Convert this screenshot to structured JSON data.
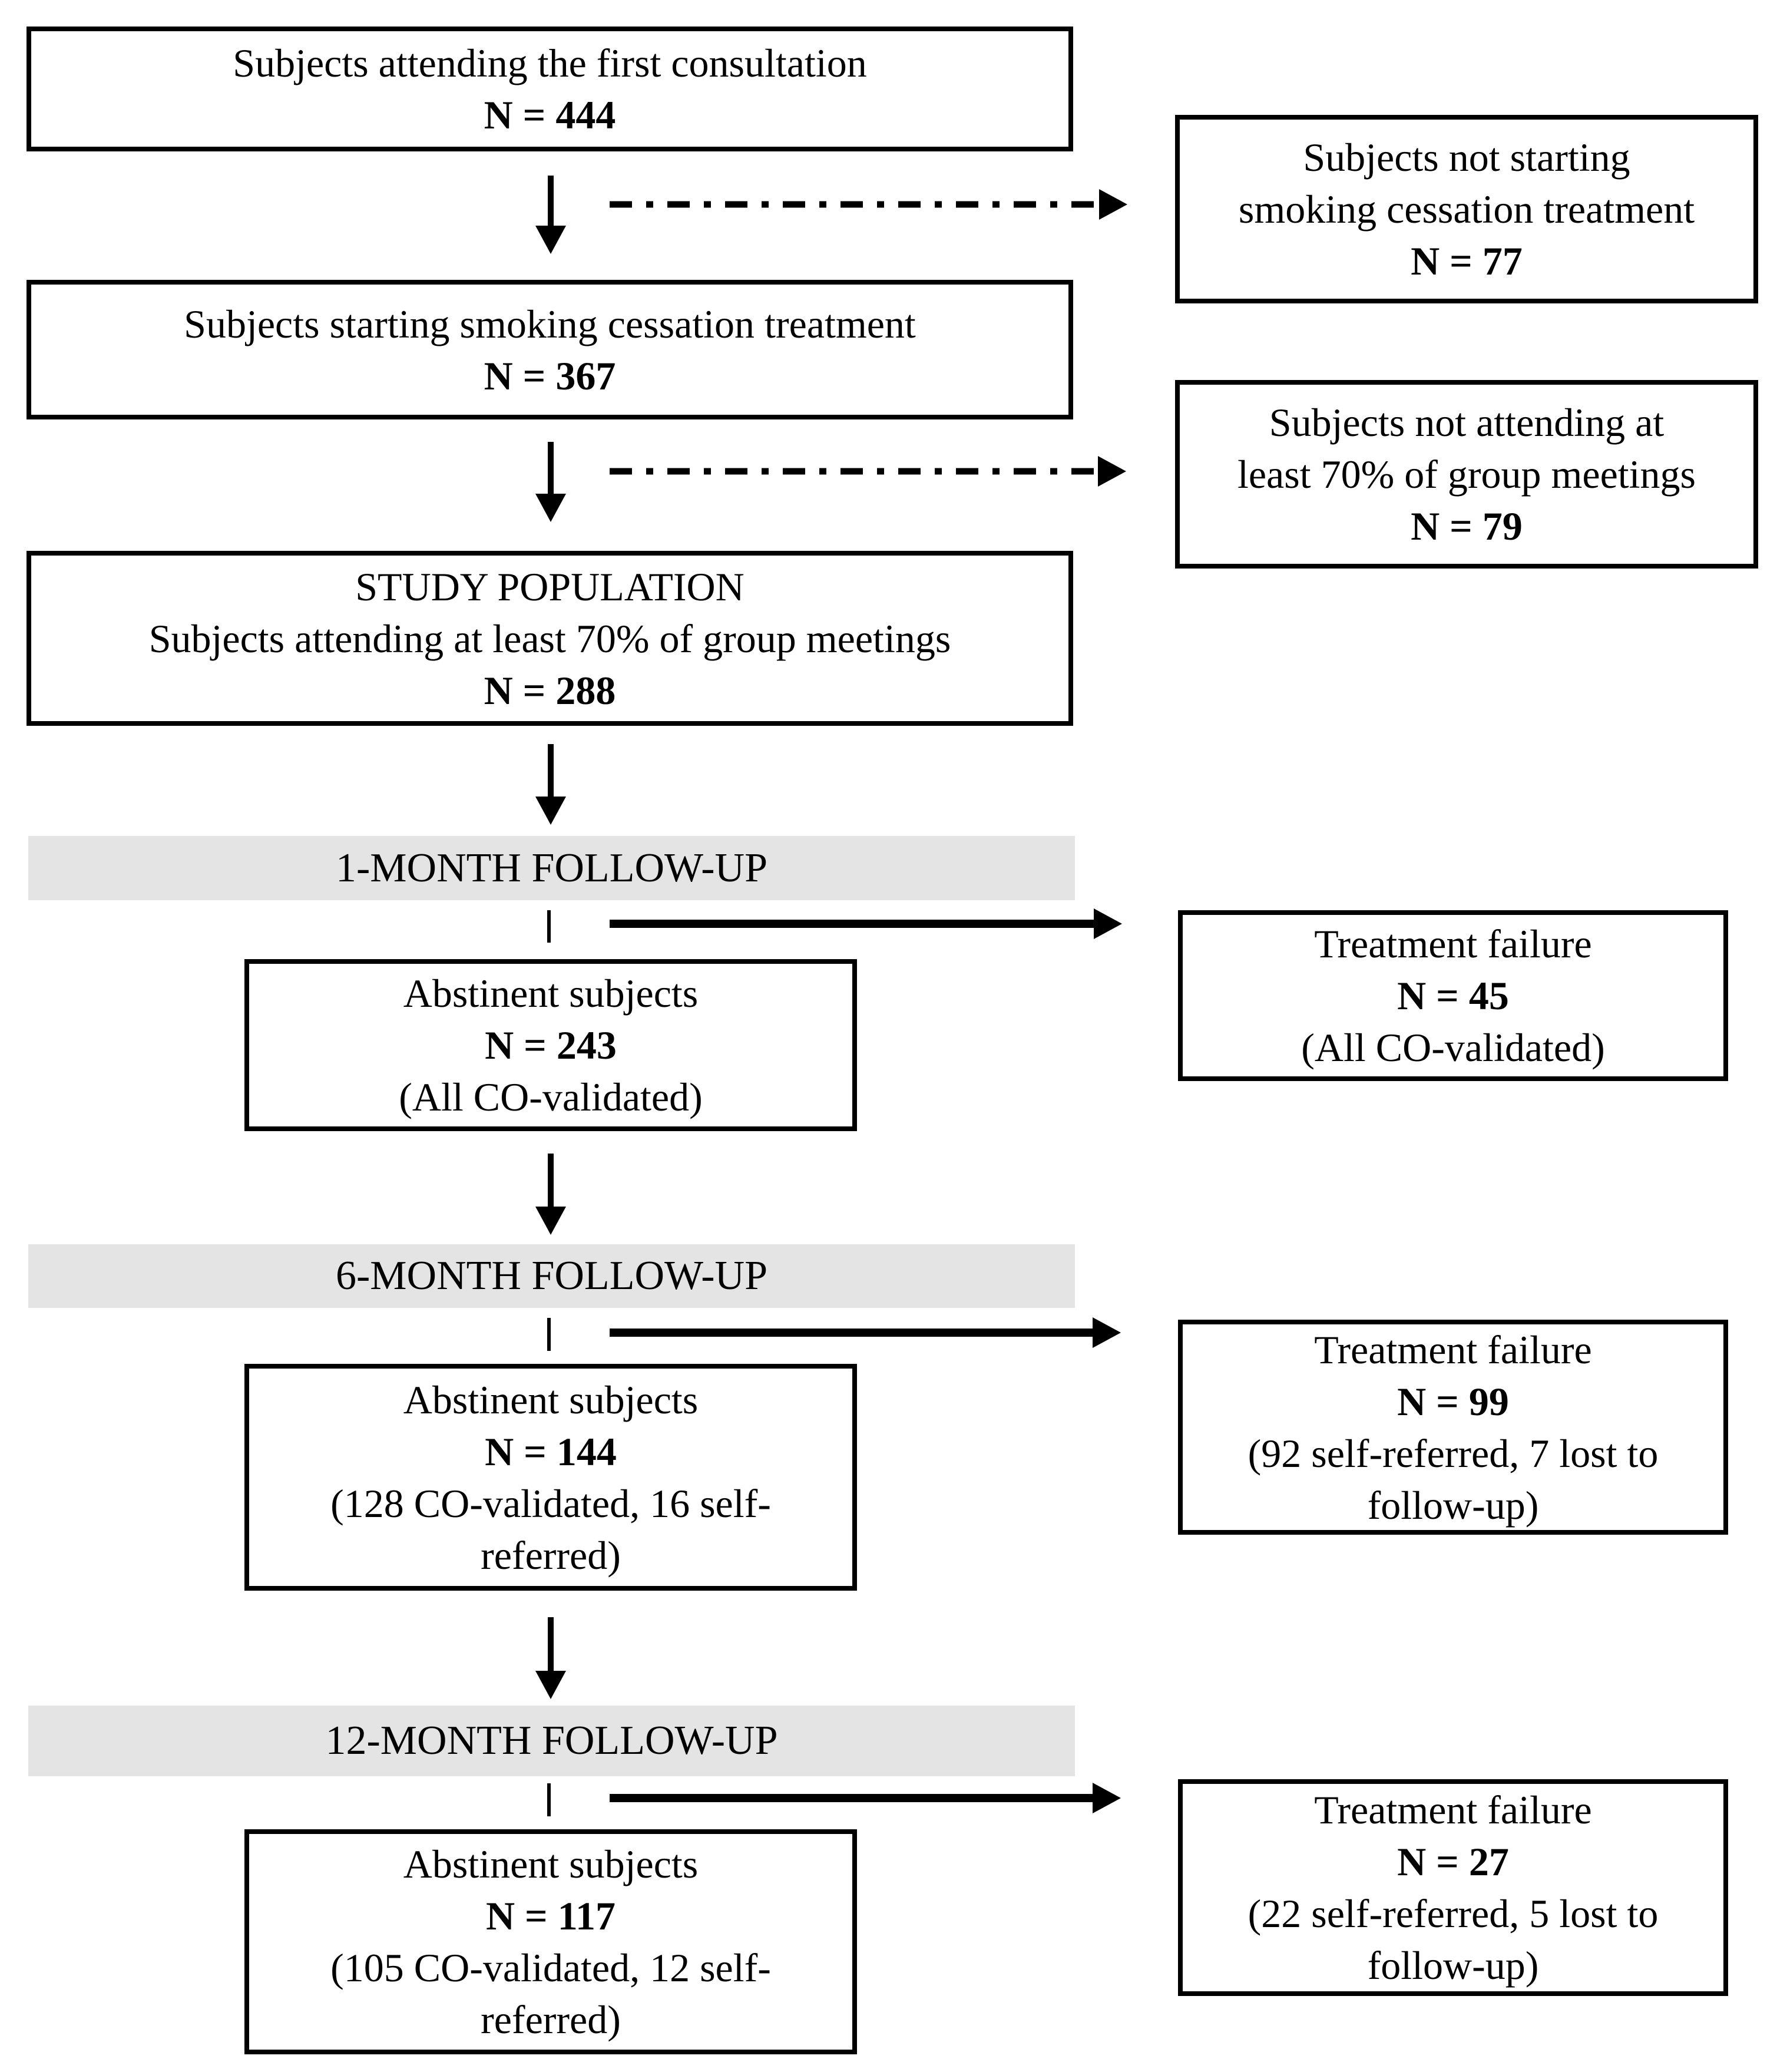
{
  "colors": {
    "banner_bg": "#e4e4e4",
    "ink": "#000000",
    "box_bg": "#ffffff"
  },
  "flow": {
    "box_first_consultation": {
      "lines": [
        "Subjects attending the first consultation"
      ],
      "n": "N = 444"
    },
    "box_not_starting": {
      "lines": [
        "Subjects not starting",
        "smoking cessation treatment"
      ],
      "n": "N = 77"
    },
    "box_starting": {
      "lines": [
        "Subjects starting smoking cessation treatment"
      ],
      "n": "N = 367"
    },
    "box_not_attending": {
      "lines": [
        "Subjects not attending at",
        "least 70% of group meetings"
      ],
      "n": "N = 79"
    },
    "box_study_population": {
      "lines": [
        "STUDY POPULATION",
        "Subjects attending at least 70% of group meetings"
      ],
      "n": "N = 288"
    },
    "banner_1_month": {
      "label": "1-MONTH FOLLOW-UP"
    },
    "box_abstinent_1": {
      "lines": [
        "Abstinent subjects"
      ],
      "n": "N = 243",
      "note": [
        "(All CO-validated)"
      ]
    },
    "box_failure_1": {
      "lines": [
        "Treatment failure"
      ],
      "n": "N = 45",
      "note": [
        "(All CO-validated)"
      ]
    },
    "banner_6_month": {
      "label": "6-MONTH FOLLOW-UP"
    },
    "box_abstinent_6": {
      "lines": [
        "Abstinent subjects"
      ],
      "n": "N = 144",
      "note": [
        "(128 CO-validated, 16 self-",
        "referred)"
      ]
    },
    "box_failure_6": {
      "lines": [
        "Treatment failure"
      ],
      "n": "N = 99",
      "note": [
        "(92 self-referred, 7 lost to",
        "follow-up)"
      ]
    },
    "banner_12_month": {
      "label": "12-MONTH FOLLOW-UP"
    },
    "box_abstinent_12": {
      "lines": [
        "Abstinent subjects"
      ],
      "n": "N = 117",
      "note": [
        "(105 CO-validated, 12 self-",
        "referred)"
      ]
    },
    "box_failure_12": {
      "lines": [
        "Treatment failure"
      ],
      "n": "N = 27",
      "note": [
        "(22 self-referred, 5 lost to",
        "follow-up)"
      ]
    }
  }
}
